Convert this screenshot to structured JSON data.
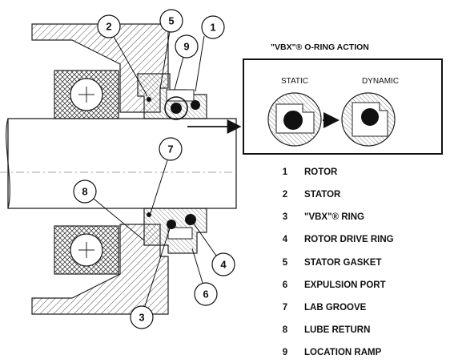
{
  "callouts": [
    "1",
    "2",
    "3",
    "4",
    "5",
    "6",
    "7",
    "8",
    "9"
  ],
  "inset": {
    "title": "\"VBX\"® O-RING ACTION",
    "static_label": "STATIC",
    "dynamic_label": "DYNAMIC"
  },
  "legend": [
    {
      "num": "1",
      "label": "ROTOR"
    },
    {
      "num": "2",
      "label": "STATOR"
    },
    {
      "num": "3",
      "label": "\"VBX\"® RING"
    },
    {
      "num": "4",
      "label": "ROTOR DRIVE RING"
    },
    {
      "num": "5",
      "label": "STATOR GASKET"
    },
    {
      "num": "6",
      "label": "EXPULSION PORT"
    },
    {
      "num": "7",
      "label": "LAB GROOVE"
    },
    {
      "num": "8",
      "label": "LUBE RETURN"
    },
    {
      "num": "9",
      "label": "LOCATION RAMP"
    }
  ]
}
